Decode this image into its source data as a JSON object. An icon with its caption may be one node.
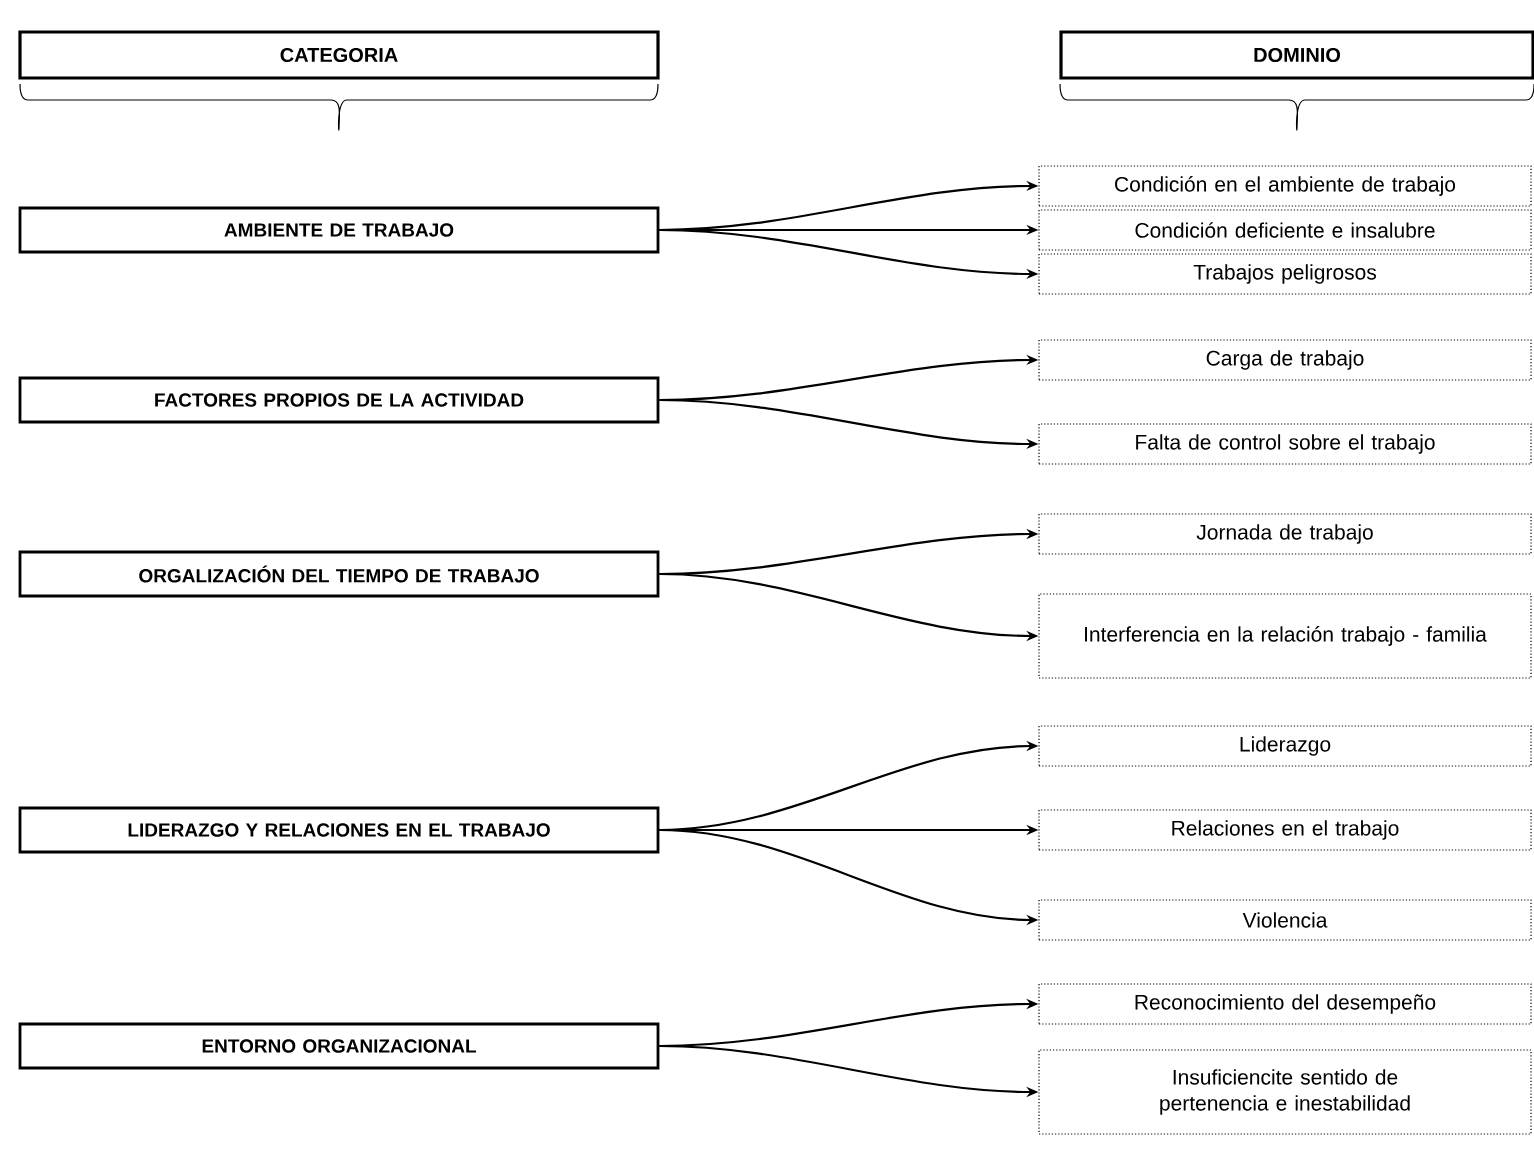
{
  "diagram": {
    "nodes": [
      {
        "text": [
          "CATEGORIA"
        ]
      },
      {
        "text": [
          "DOMINIO"
        ]
      },
      {
        "text": [
          "Condición en el ambiente de trabajo"
        ]
      },
      {
        "text": [
          "AMBIENTE DE TRABAJO"
        ]
      },
      {
        "text": [
          "Condición deficiente e insalubre"
        ]
      },
      {
        "text": [
          "Trabajos peligrosos"
        ]
      },
      {
        "text": [
          "Carga de trabajo"
        ]
      },
      {
        "text": [
          "FACTORES PROPIOS DE LA ACTIVIDAD"
        ]
      },
      {
        "text": [
          "Falta de control sobre el trabajo"
        ]
      },
      {
        "text": [
          "Jornada de trabajo"
        ]
      },
      {
        "text": [
          "ORGALIZACIÓN DEL TIEMPO DE TRABAJO"
        ]
      },
      {
        "text": [
          "Interferencia en la relación trabajo - familia"
        ]
      },
      {
        "text": [
          "Liderazgo"
        ]
      },
      {
        "text": [
          "Relaciones en el trabajo"
        ]
      },
      {
        "text": [
          "LIDERAZGO Y RELACIONES EN EL TRABAJO"
        ]
      },
      {
        "text": [
          "Violencia"
        ]
      },
      {
        "text": [
          "Reconocimiento del desempeño"
        ]
      },
      {
        "text": [
          "ENTORNO ORGANIZACIONAL"
        ]
      },
      {
        "text": [
          "Insuficiencite sentido de pertenencia e inestabilidad"
        ]
      }
    ],
    "edges": [
      {
        "from": 3,
        "to": 2,
        "arrow": "to"
      },
      {
        "from": 3,
        "to": 4,
        "arrow": "to"
      },
      {
        "from": 3,
        "to": 5,
        "arrow": "to"
      },
      {
        "from": 7,
        "to": 6,
        "arrow": "to"
      },
      {
        "from": 7,
        "to": 8,
        "arrow": "to"
      },
      {
        "from": 10,
        "to": 9,
        "arrow": "to"
      },
      {
        "from": 10,
        "to": 11,
        "arrow": "to"
      },
      {
        "from": 14,
        "to": 12,
        "arrow": "to"
      },
      {
        "from": 14,
        "to": 13,
        "arrow": "to"
      },
      {
        "from": 14,
        "to": 15,
        "arrow": "to"
      },
      {
        "from": 17,
        "to": 16,
        "arrow": "to"
      },
      {
        "from": 17,
        "to": 18,
        "arrow": "to"
      }
    ]
  }
}
